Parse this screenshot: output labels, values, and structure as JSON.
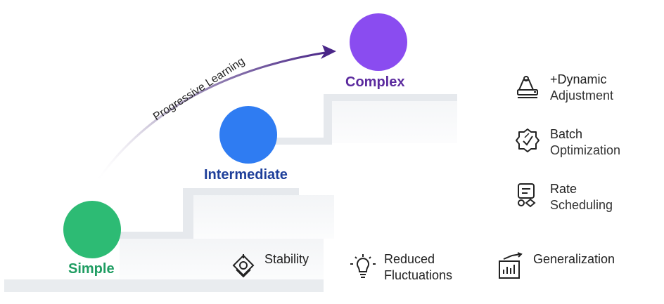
{
  "diagram": {
    "arrow_label": "Progressive Learning",
    "stages": [
      {
        "label": "Simple",
        "color": "#2dbb74"
      },
      {
        "label": "Intermediate",
        "color": "#2f7cf2"
      },
      {
        "label": "Complex",
        "color": "#8a4cf0"
      }
    ],
    "label_colors": {
      "simple": "#1f9d62",
      "intermediate": "#1e3f9a",
      "complex": "#5b2a9e"
    }
  },
  "features_right": [
    {
      "line1": "+Dynamic",
      "line2": "Adjustment",
      "icon": "adjustment-icon"
    },
    {
      "line1": "Batch",
      "line2": "Optimization",
      "icon": "badge-check-icon"
    },
    {
      "line1": "Rate",
      "line2": "Scheduling",
      "icon": "schedule-icon"
    }
  ],
  "features_bottom": [
    {
      "line1": "Stability",
      "line2": "",
      "icon": "stability-icon"
    },
    {
      "line1": "Reduced",
      "line2": "Fluctuations",
      "icon": "lightbulb-icon"
    },
    {
      "line1": "Generalization",
      "line2": "",
      "icon": "bar-chart-icon"
    }
  ]
}
